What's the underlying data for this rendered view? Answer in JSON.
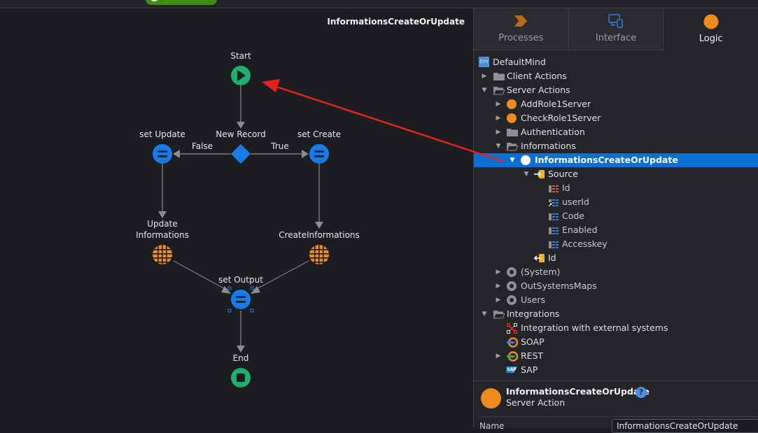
{
  "toolbar": {
    "run_button_color": "#3e8e11"
  },
  "canvas": {
    "title": "InformationsCreateOrUpdate",
    "nodes": {
      "start": {
        "label": "Start",
        "type": "start"
      },
      "decision": {
        "label": "New Record",
        "type": "if"
      },
      "set_update": {
        "label": "set Update",
        "type": "assign"
      },
      "set_create": {
        "label": "set Create",
        "type": "assign"
      },
      "update_info": {
        "label_line1": "Update",
        "label_line2": "Informations",
        "type": "entity-action"
      },
      "create_info": {
        "label": "CreateInformations",
        "type": "entity-action"
      },
      "set_output": {
        "label": "set Output",
        "type": "assign",
        "selected": true
      },
      "end": {
        "label": "End",
        "type": "end"
      }
    },
    "edges": {
      "false_label": "False",
      "true_label": "True"
    }
  },
  "panel": {
    "tabs": [
      {
        "label": "Processes",
        "icon": "processes-chevron-icon",
        "active": false
      },
      {
        "label": "Interface",
        "icon": "interface-devices-icon",
        "active": false
      },
      {
        "label": "Logic",
        "icon": "logic-circle-icon",
        "active": true
      }
    ],
    "tree": [
      {
        "label": "DefaultMind",
        "icon": "module-icon",
        "icon_text": "Dm",
        "depth": 0
      },
      {
        "label": "Client Actions",
        "icon": "folder-icon",
        "depth": 1,
        "caret": "collapsed"
      },
      {
        "label": "Server Actions",
        "icon": "folder-open-icon",
        "depth": 1,
        "caret": "expanded"
      },
      {
        "label": "AddRole1Server",
        "icon": "server-action-icon",
        "depth": 2,
        "caret": "collapsed"
      },
      {
        "label": "CheckRole1Server",
        "icon": "server-action-icon",
        "depth": 2,
        "caret": "collapsed"
      },
      {
        "label": "Authentication",
        "icon": "folder-icon",
        "depth": 2,
        "caret": "collapsed"
      },
      {
        "label": "Informations",
        "icon": "folder-open-icon",
        "depth": 2,
        "caret": "expanded"
      },
      {
        "label": "InformationsCreateOrUpdate",
        "icon": "server-action-icon",
        "depth": 3,
        "caret": "expanded",
        "selected": true
      },
      {
        "label": "Source",
        "icon": "input-parameter-icon",
        "depth": 4,
        "caret": "expanded"
      },
      {
        "label": "Id",
        "icon": "entity-identifier-attribute-icon",
        "depth": 5
      },
      {
        "label": "userId",
        "icon": "foreign-key-attribute-icon",
        "depth": 5
      },
      {
        "label": "Code",
        "icon": "attribute-icon",
        "depth": 5
      },
      {
        "label": "Enabled",
        "icon": "attribute-icon",
        "depth": 5
      },
      {
        "label": "Accesskey",
        "icon": "attribute-icon",
        "depth": 5
      },
      {
        "label": "Id",
        "icon": "output-parameter-icon",
        "depth": 4
      },
      {
        "label": "(System)",
        "icon": "dependency-gear-icon",
        "depth": 2,
        "caret": "collapsed"
      },
      {
        "label": "OutSystemsMaps",
        "icon": "dependency-gear-icon",
        "depth": 2,
        "caret": "collapsed"
      },
      {
        "label": "Users",
        "icon": "dependency-gear-icon",
        "depth": 2,
        "caret": "collapsed"
      },
      {
        "label": "Integrations",
        "icon": "folder-open-icon",
        "depth": 1,
        "caret": "expanded"
      },
      {
        "label": "Integration with external systems",
        "icon": "integration-nodes-icon",
        "depth": 2
      },
      {
        "label": "SOAP",
        "icon": "soap-icon",
        "depth": 2
      },
      {
        "label": "REST",
        "icon": "rest-icon",
        "depth": 2,
        "caret": "collapsed"
      },
      {
        "label": "SAP",
        "icon": "sap-icon",
        "icon_text": "SAP",
        "depth": 2
      }
    ],
    "details": {
      "title": "InformationsCreateOrUpdate",
      "subtitle": "Server Action",
      "help": "?",
      "name_label": "Name",
      "name_value": "InformationsCreateOrUpdate"
    }
  },
  "colors": {
    "start_end": "#1fae6e",
    "assign": "#1a7be6",
    "entity_action": "#ef8a1f",
    "server_action": "#ef8a1f",
    "selection": "#0b6fd4",
    "annotation_arrow": "#e8221b"
  }
}
